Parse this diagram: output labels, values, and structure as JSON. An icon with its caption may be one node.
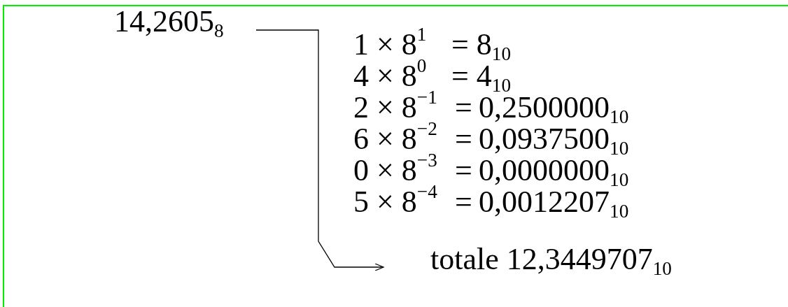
{
  "diagram": {
    "nodes": [
      {
        "text": [
          "14,2605$_{8}$"
        ]
      },
      {
        "text": [
          "totale 12,3449707$_{10}$"
        ]
      }
    ],
    "edges": [
      {
        "from": 0,
        "to": 1,
        "arrow": "to"
      }
    ],
    "labels": [
      "1 × 8$^{1}$",
      "= 8$_{10}$",
      "4 × 8$^{0}$",
      "= 4$_{10}$",
      "2 × 8$^{−1}$",
      "=",
      "0,2500000$_{10}$",
      "6 × 8$^{−2}$",
      "=",
      "0,0937500$_{10}$",
      "0 × 8$^{−3}$",
      "=",
      "0,0000000$_{10}$",
      "5 × 8$^{−4}$",
      "=",
      "0,0012207$_{10}$"
    ]
  }
}
